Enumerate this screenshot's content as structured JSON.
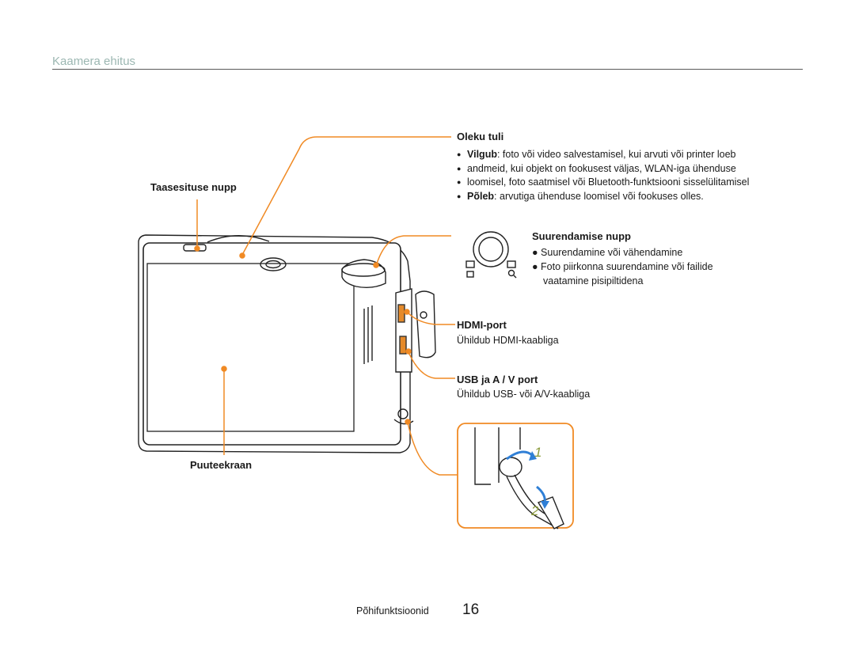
{
  "page": {
    "section_title": "Kaamera ehitus",
    "footer_section": "Põhifunktsioonid",
    "page_number": "16"
  },
  "labels": {
    "oleku_tuli": {
      "title": "Oleku tuli",
      "items": [
        {
          "term": "Vilgub",
          "text": ": foto või video salvestamisel, kui arvuti või printer loeb"
        },
        {
          "term": "",
          "text": "andmeid, kui objekt on fookusest väljas, WLAN-iga ühenduse"
        },
        {
          "term": "",
          "text": "loomisel, foto saatmisel või Bluetooth-funktsiooni sisselülitamisel"
        },
        {
          "term": "Põleb",
          "text": ": arvutiga ühenduse loomisel või fookuses olles."
        }
      ]
    },
    "taasesituse_nupp": {
      "title": "Taasesituse nupp"
    },
    "suurendamise_nupp": {
      "title": "Suurendamise nupp",
      "items": [
        "Suurendamine või vähendamine",
        "Foto piirkonna suurendamine või failide",
        "vaatamine pisipiltidena"
      ]
    },
    "hdmi_port": {
      "title": "HDMI-port",
      "desc": "Ühildub HDMI-kaabliga"
    },
    "usb_port": {
      "title": "USB ja A / V port",
      "desc": "Ühildub USB- või A/V-kaabliga"
    },
    "puuteekraan": {
      "title": "Puuteekraan"
    }
  },
  "strap_steps": [
    "1",
    "2"
  ],
  "colors": {
    "accent": "#f08a24",
    "rule": "#5a5a5a",
    "title": "#9cb7b2",
    "arrow": "#2f7fd6"
  }
}
